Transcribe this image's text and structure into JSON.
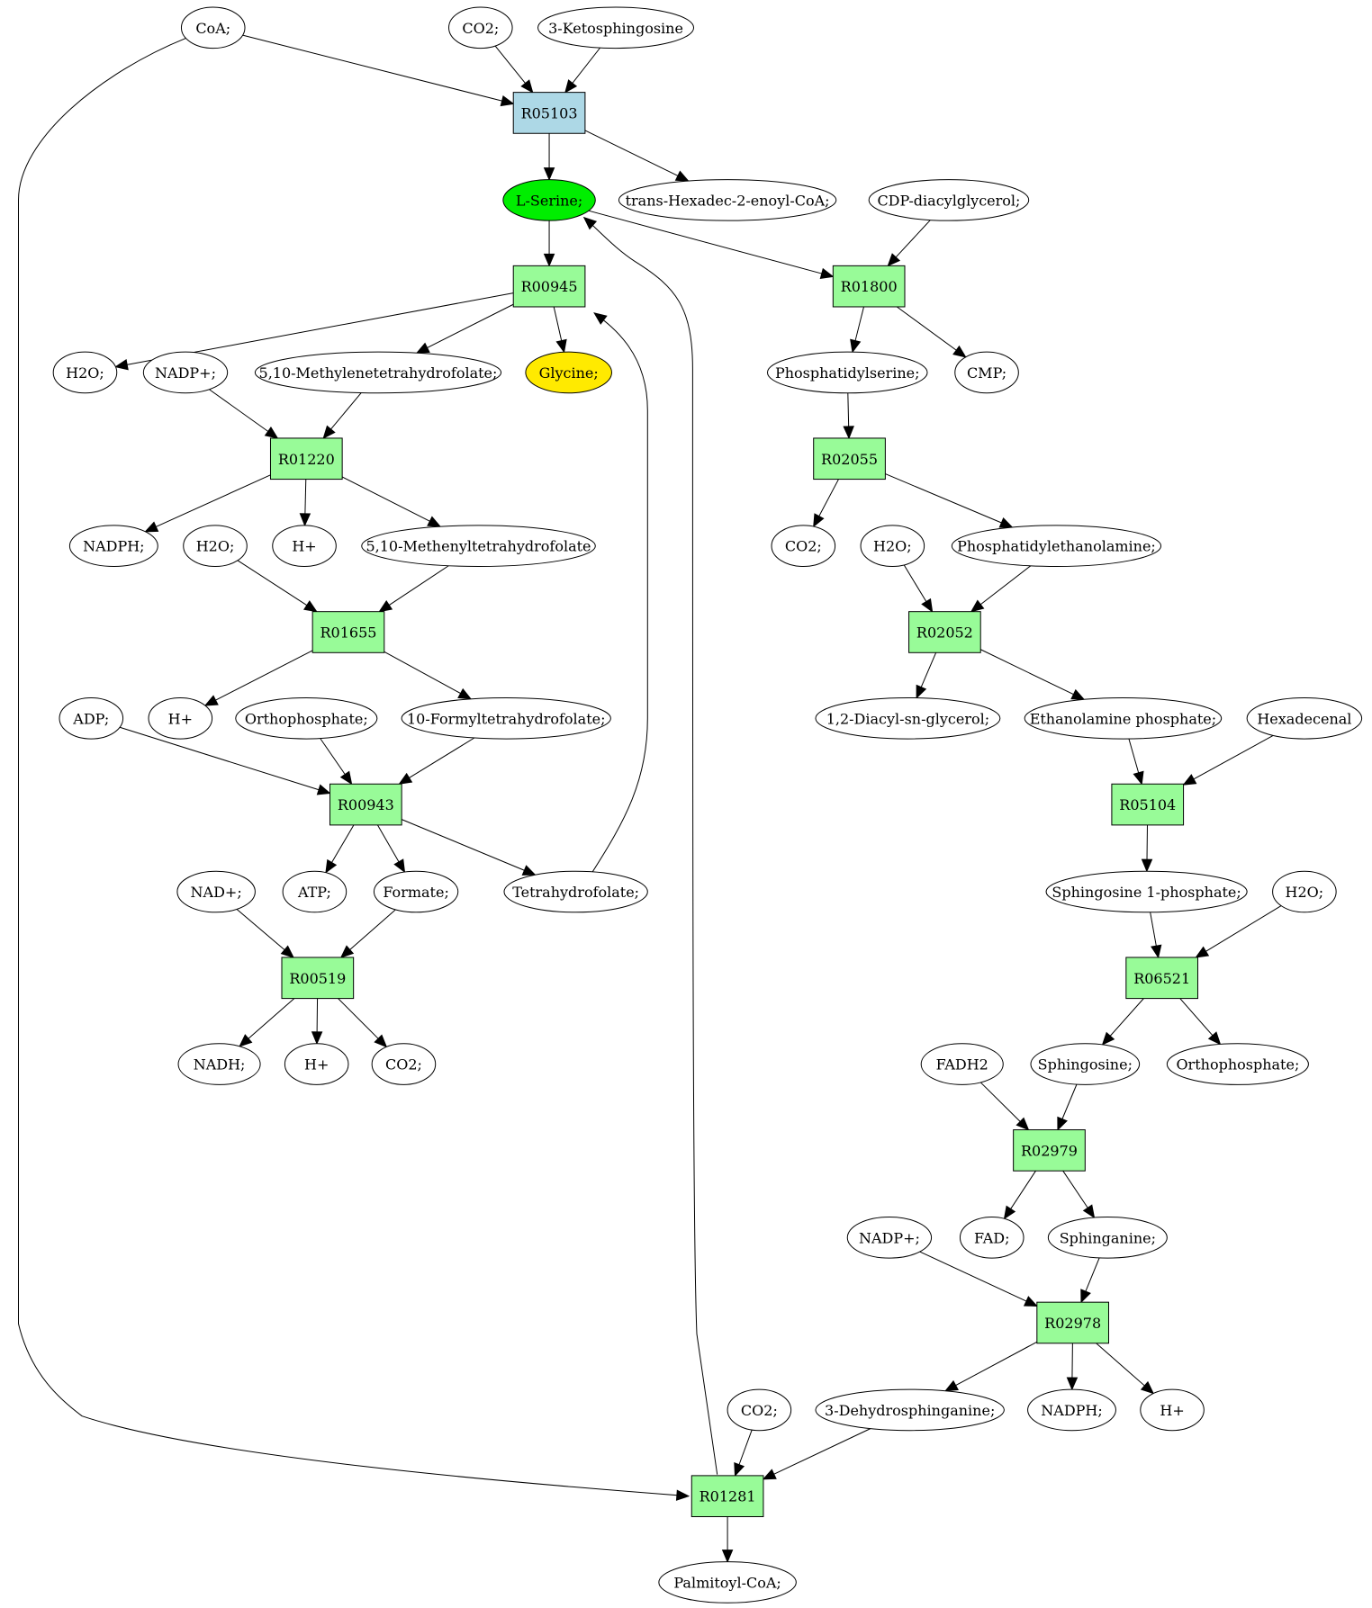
{
  "colors": {
    "compound": "#ffffff",
    "reaction_default": "#98fb98",
    "reaction_start": "#add8e6",
    "serine": "#00ee00",
    "glycine": "#ffea00"
  },
  "reactions": [
    {
      "id": "R05103",
      "label": "R05103",
      "fill": "reaction_start"
    },
    {
      "id": "R00945",
      "label": "R00945"
    },
    {
      "id": "R01800",
      "label": "R01800"
    },
    {
      "id": "R01220",
      "label": "R01220"
    },
    {
      "id": "R02055",
      "label": "R02055"
    },
    {
      "id": "R01655",
      "label": "R01655"
    },
    {
      "id": "R02052",
      "label": "R02052"
    },
    {
      "id": "R00943",
      "label": "R00943"
    },
    {
      "id": "R05104",
      "label": "R05104"
    },
    {
      "id": "R00519",
      "label": "R00519"
    },
    {
      "id": "R06521",
      "label": "R06521"
    },
    {
      "id": "R02979",
      "label": "R02979"
    },
    {
      "id": "R02978",
      "label": "R02978"
    },
    {
      "id": "R01281",
      "label": "R01281"
    }
  ],
  "compounds": [
    {
      "id": "coa",
      "label": "CoA;"
    },
    {
      "id": "co2_top",
      "label": "CO2;"
    },
    {
      "id": "ketosph",
      "label": "3-Ketosphingosine"
    },
    {
      "id": "serine",
      "label": "L-Serine;",
      "fill": "serine"
    },
    {
      "id": "transhex",
      "label": "trans-Hexadec-2-enoyl-CoA;"
    },
    {
      "id": "cdpdag",
      "label": "CDP-diacylglycerol;"
    },
    {
      "id": "h2o_1",
      "label": "H2O;"
    },
    {
      "id": "nadp_1",
      "label": "NADP+;"
    },
    {
      "id": "methylene",
      "label": "5,10-Methylenetetrahydrofolate;"
    },
    {
      "id": "glycine",
      "label": "Glycine;",
      "fill": "glycine"
    },
    {
      "id": "ps",
      "label": "Phosphatidylserine;"
    },
    {
      "id": "cmp",
      "label": "CMP;"
    },
    {
      "id": "nadph_1",
      "label": "NADPH;"
    },
    {
      "id": "h2o_2",
      "label": "H2O;"
    },
    {
      "id": "hplus_1",
      "label": "H+"
    },
    {
      "id": "methenyl",
      "label": "5,10-Methenyltetrahydrofolate"
    },
    {
      "id": "co2_2",
      "label": "CO2;"
    },
    {
      "id": "h2o_3",
      "label": "H2O;"
    },
    {
      "id": "pe",
      "label": "Phosphatidylethanolamine;"
    },
    {
      "id": "adp",
      "label": "ADP;"
    },
    {
      "id": "hplus_2",
      "label": "H+"
    },
    {
      "id": "ortho_1",
      "label": "Orthophosphate;"
    },
    {
      "id": "formylthf",
      "label": "10-Formyltetrahydrofolate;"
    },
    {
      "id": "dag",
      "label": "1,2-Diacyl-sn-glycerol;"
    },
    {
      "id": "etnp",
      "label": "Ethanolamine phosphate;"
    },
    {
      "id": "hexadecenal",
      "label": "Hexadecenal"
    },
    {
      "id": "nad",
      "label": "NAD+;"
    },
    {
      "id": "atp",
      "label": "ATP;"
    },
    {
      "id": "formate",
      "label": "Formate;"
    },
    {
      "id": "thf",
      "label": "Tetrahydrofolate;"
    },
    {
      "id": "s1p",
      "label": "Sphingosine 1-phosphate;"
    },
    {
      "id": "h2o_4",
      "label": "H2O;"
    },
    {
      "id": "nadh",
      "label": "NADH;"
    },
    {
      "id": "hplus_3",
      "label": "H+"
    },
    {
      "id": "co2_3",
      "label": "CO2;"
    },
    {
      "id": "fadh2",
      "label": "FADH2"
    },
    {
      "id": "sphingosine",
      "label": "Sphingosine;"
    },
    {
      "id": "ortho_2",
      "label": "Orthophosphate;"
    },
    {
      "id": "fad",
      "label": "FAD;"
    },
    {
      "id": "sphinganine",
      "label": "Sphinganine;"
    },
    {
      "id": "nadp_2",
      "label": "NADP+;"
    },
    {
      "id": "co2_4",
      "label": "CO2;"
    },
    {
      "id": "dehydrosph",
      "label": "3-Dehydrosphinganine;"
    },
    {
      "id": "nadph_2",
      "label": "NADPH;"
    },
    {
      "id": "hplus_4",
      "label": "H+"
    },
    {
      "id": "palmitoyl",
      "label": "Palmitoyl-CoA;"
    }
  ],
  "edges": [
    [
      "coa",
      "R05103"
    ],
    [
      "co2_top",
      "R05103"
    ],
    [
      "ketosph",
      "R05103"
    ],
    [
      "R05103",
      "serine"
    ],
    [
      "R05103",
      "transhex"
    ],
    [
      "serine",
      "R00945"
    ],
    [
      "serine",
      "R01800"
    ],
    [
      "cdpdag",
      "R01800"
    ],
    [
      "R00945",
      "h2o_1"
    ],
    [
      "R00945",
      "methylene"
    ],
    [
      "R00945",
      "glycine"
    ],
    [
      "R01800",
      "ps"
    ],
    [
      "R01800",
      "cmp"
    ],
    [
      "nadp_1",
      "R01220"
    ],
    [
      "methylene",
      "R01220"
    ],
    [
      "ps",
      "R02055"
    ],
    [
      "R01220",
      "nadph_1"
    ],
    [
      "R01220",
      "hplus_1"
    ],
    [
      "R01220",
      "methenyl"
    ],
    [
      "R02055",
      "co2_2"
    ],
    [
      "R02055",
      "pe"
    ],
    [
      "h2o_2",
      "R01655"
    ],
    [
      "methenyl",
      "R01655"
    ],
    [
      "h2o_3",
      "R02052"
    ],
    [
      "pe",
      "R02052"
    ],
    [
      "R01655",
      "hplus_2"
    ],
    [
      "R01655",
      "formylthf"
    ],
    [
      "R02052",
      "dag"
    ],
    [
      "R02052",
      "etnp"
    ],
    [
      "adp",
      "R00943"
    ],
    [
      "ortho_1",
      "R00943"
    ],
    [
      "formylthf",
      "R00943"
    ],
    [
      "etnp",
      "R05104"
    ],
    [
      "hexadecenal",
      "R05104"
    ],
    [
      "R00943",
      "atp"
    ],
    [
      "R00943",
      "formate"
    ],
    [
      "R00943",
      "thf"
    ],
    [
      "thf",
      "R00945"
    ],
    [
      "R05104",
      "s1p"
    ],
    [
      "nad",
      "R00519"
    ],
    [
      "formate",
      "R00519"
    ],
    [
      "s1p",
      "R06521"
    ],
    [
      "h2o_4",
      "R06521"
    ],
    [
      "R00519",
      "nadh"
    ],
    [
      "R00519",
      "hplus_3"
    ],
    [
      "R00519",
      "co2_3"
    ],
    [
      "R06521",
      "sphingosine"
    ],
    [
      "R06521",
      "ortho_2"
    ],
    [
      "fadh2",
      "R02979"
    ],
    [
      "sphingosine",
      "R02979"
    ],
    [
      "R02979",
      "fad"
    ],
    [
      "R02979",
      "sphinganine"
    ],
    [
      "nadp_2",
      "R02978"
    ],
    [
      "sphinganine",
      "R02978"
    ],
    [
      "R02978",
      "dehydrosph"
    ],
    [
      "R02978",
      "nadph_2"
    ],
    [
      "R02978",
      "hplus_4"
    ],
    [
      "coa",
      "R01281"
    ],
    [
      "co2_4",
      "R01281"
    ],
    [
      "dehydrosph",
      "R01281"
    ],
    [
      "R01281",
      "serine"
    ],
    [
      "R01281",
      "palmitoyl"
    ]
  ]
}
